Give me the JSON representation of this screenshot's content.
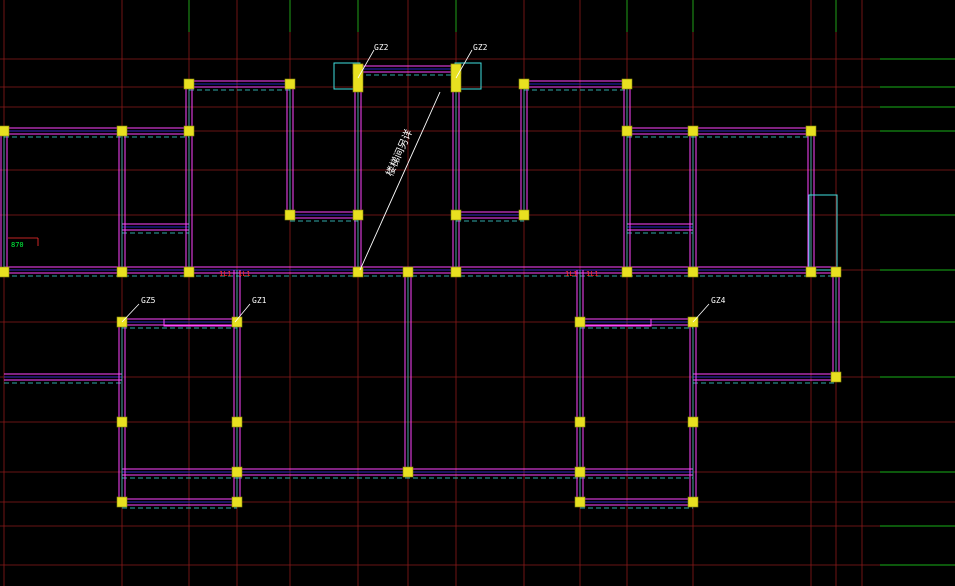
{
  "drawing": {
    "column_labels": [
      {
        "id": "gz2-left",
        "text": "GZ2"
      },
      {
        "id": "gz2-right",
        "text": "GZ2"
      },
      {
        "id": "gz5",
        "text": "GZ5"
      },
      {
        "id": "gz1",
        "text": "GZ1"
      },
      {
        "id": "gz4",
        "text": "GZ4"
      }
    ],
    "stair_note": "楼梯间另详",
    "dim_text": "870",
    "beam_tags": [
      "1L1",
      "1L1",
      "1L1",
      "1L1"
    ]
  },
  "colors": {
    "background": "#000000",
    "grid_axis": "#8b1a1a",
    "grid_ext": "#19b019",
    "wall_outer": "#ff44ff",
    "wall_inner": "#40e0e0",
    "beam_center": "#3030ff",
    "column": "#e8e020",
    "leader": "#ffffff",
    "dim_red": "#ff3030",
    "dim_green": "#00ff40"
  }
}
